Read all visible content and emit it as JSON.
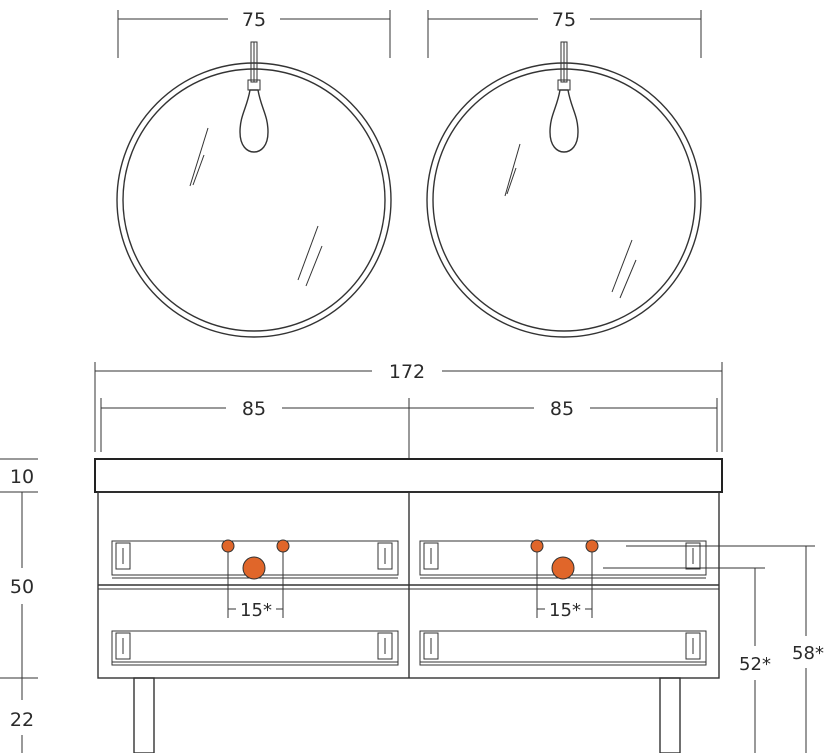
{
  "dimensions": {
    "mirror_left_width": "75",
    "mirror_right_width": "75",
    "overall_width": "172",
    "cabinet_left_width": "85",
    "cabinet_right_width": "85",
    "top_height": "10",
    "body_height": "50",
    "leg_height": "22",
    "tap_spacing_left": "15*",
    "tap_spacing_right": "15*",
    "drain_height": "52*",
    "tap_height": "58*"
  },
  "colors": {
    "line": "#333333",
    "fitting": "#e0662a"
  }
}
